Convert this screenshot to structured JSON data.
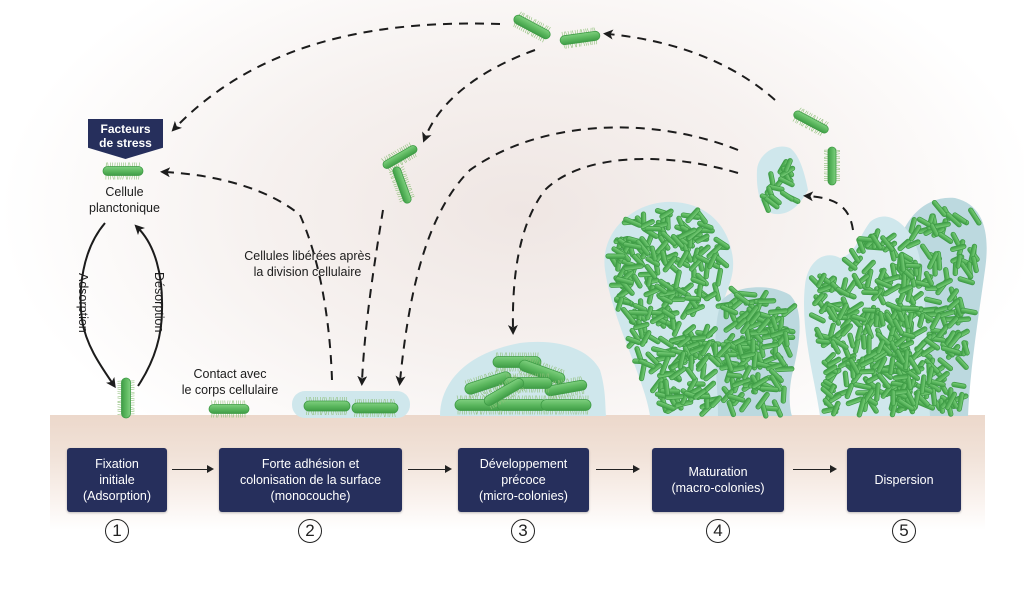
{
  "title": "Cycle de formation du biofilm",
  "colors": {
    "box_bg": "#262f5c",
    "box_text": "#ffffff",
    "bacteria": "#5cb85f",
    "bacteria_dark": "#3f9c46",
    "matrix": "#cde8ec",
    "surface": "#ecd8cb",
    "arrow": "#1c1c1c"
  },
  "stress_tag": {
    "label": "Facteurs\nde stress"
  },
  "planktonic": {
    "label": "Cellule\nplanctonique"
  },
  "loop": {
    "adsorption_label": "Adsorption",
    "desorption_label": "Désorption"
  },
  "annotations": {
    "contact": "Contact avec\nle corps cellulaire",
    "released": "Cellules libérées après\nla division cellulaire"
  },
  "stages": [
    {
      "number": "1",
      "label": "Fixation\ninitiale\n(Adsorption)"
    },
    {
      "number": "2",
      "label": "Forte adhésion et\ncolonisation de la surface\n(monocouche)"
    },
    {
      "number": "3",
      "label": "Développement\nprécoce\n(micro-colonies)"
    },
    {
      "number": "4",
      "label": "Maturation\n(macro-colonies)"
    },
    {
      "number": "5",
      "label": "Dispersion"
    }
  ]
}
